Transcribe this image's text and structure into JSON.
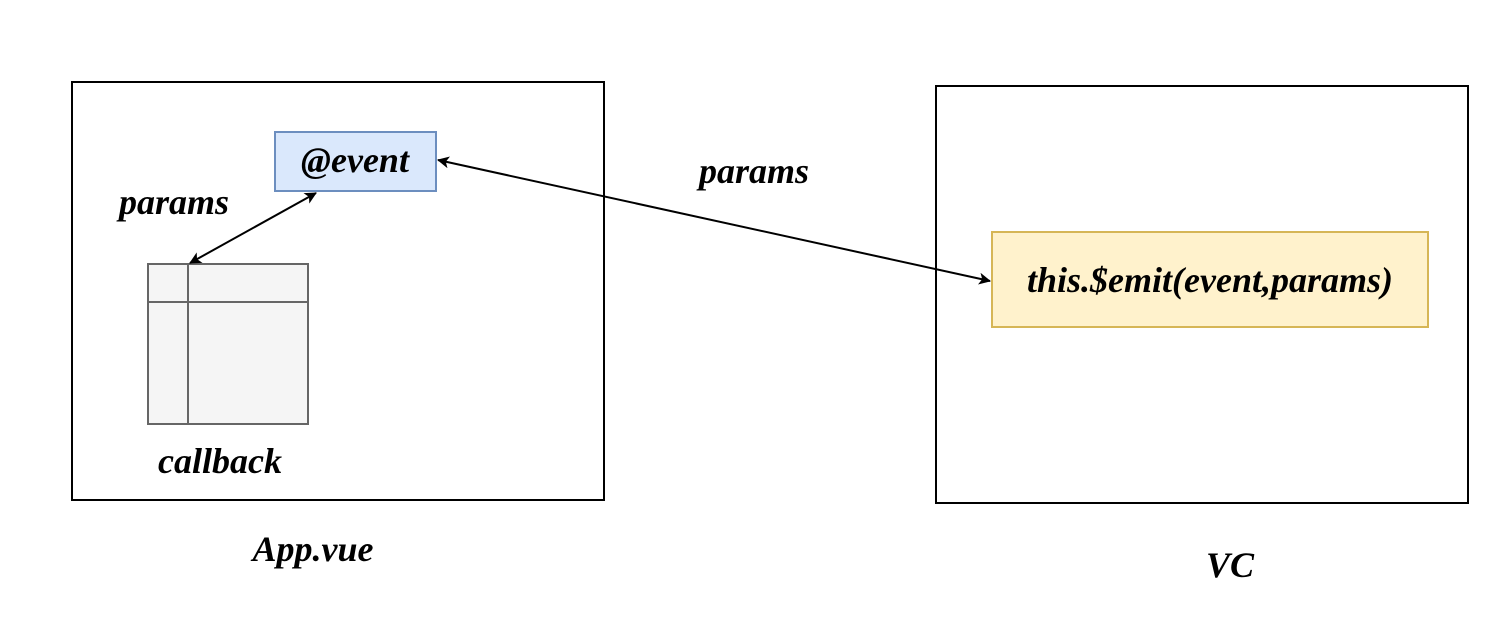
{
  "diagram": {
    "left_container": {
      "caption": "App.vue"
    },
    "right_container": {
      "caption": "VC"
    },
    "event_node": {
      "label": "@event",
      "fill": "#dae8fc",
      "stroke": "#6c8ebf"
    },
    "callback_node": {
      "label": "callback",
      "fill": "#f5f5f5",
      "stroke": "#666666"
    },
    "emit_node": {
      "label": "this.$emit(event,params)",
      "fill": "#fff2cc",
      "stroke": "#d6b656"
    },
    "edges": [
      {
        "from": "event_node",
        "to": "callback_node",
        "label": "params",
        "direction": "both"
      },
      {
        "from": "event_node",
        "to": "emit_node",
        "label": "params",
        "direction": "both"
      }
    ]
  }
}
